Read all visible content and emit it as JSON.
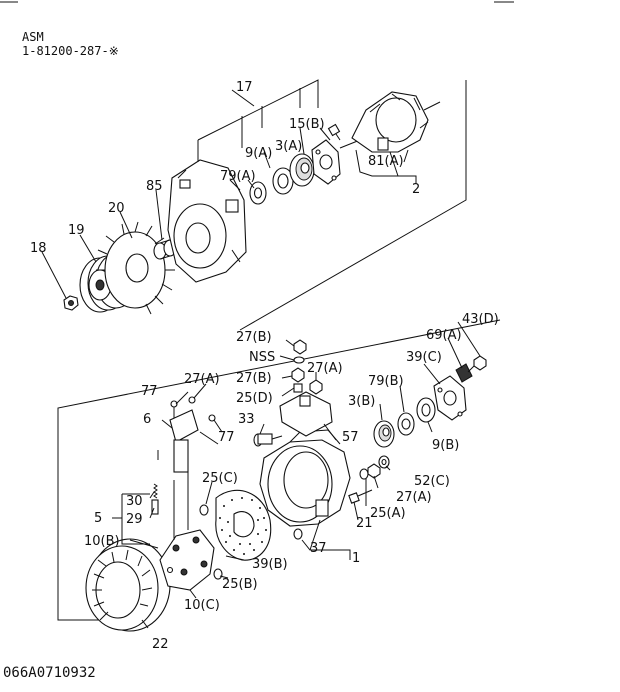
{
  "header": {
    "asm_label": "ASM",
    "part_number": "1-81200-287-※"
  },
  "footer": {
    "figure_code": "066A0710932"
  },
  "callouts": {
    "c17": "17",
    "c15b": "15(B)",
    "c3a": "3(A)",
    "c9a": "9(A)",
    "c79a": "79(A)",
    "c81a": "81(A)",
    "c2": "2",
    "c85": "85",
    "c20": "20",
    "c19": "19",
    "c18": "18",
    "c27b_1": "27(B)",
    "c_nss": "NSS",
    "c27a_1": "27(A)",
    "c27b_2": "27(B)",
    "c25d": "25(D)",
    "c43d": "43(D)",
    "c69a": "69(A)",
    "c39c": "39(C)",
    "c79b": "79(B)",
    "c3b": "3(B)",
    "c9b": "9(B)",
    "c77_1": "77",
    "c27a_2": "27(A)",
    "c6": "6",
    "c77_2": "77",
    "c33": "33",
    "c57": "57",
    "c25c": "25(C)",
    "c52c": "52(C)",
    "c27a_3": "27(A)",
    "c25a": "25(A)",
    "c21": "21",
    "c30": "30",
    "c5": "5",
    "c29": "29",
    "c37": "37",
    "c1": "1",
    "c10b": "10(B)",
    "c39b": "39(B)",
    "c25b": "25(B)",
    "c10c": "10(C)",
    "c22": "22"
  }
}
